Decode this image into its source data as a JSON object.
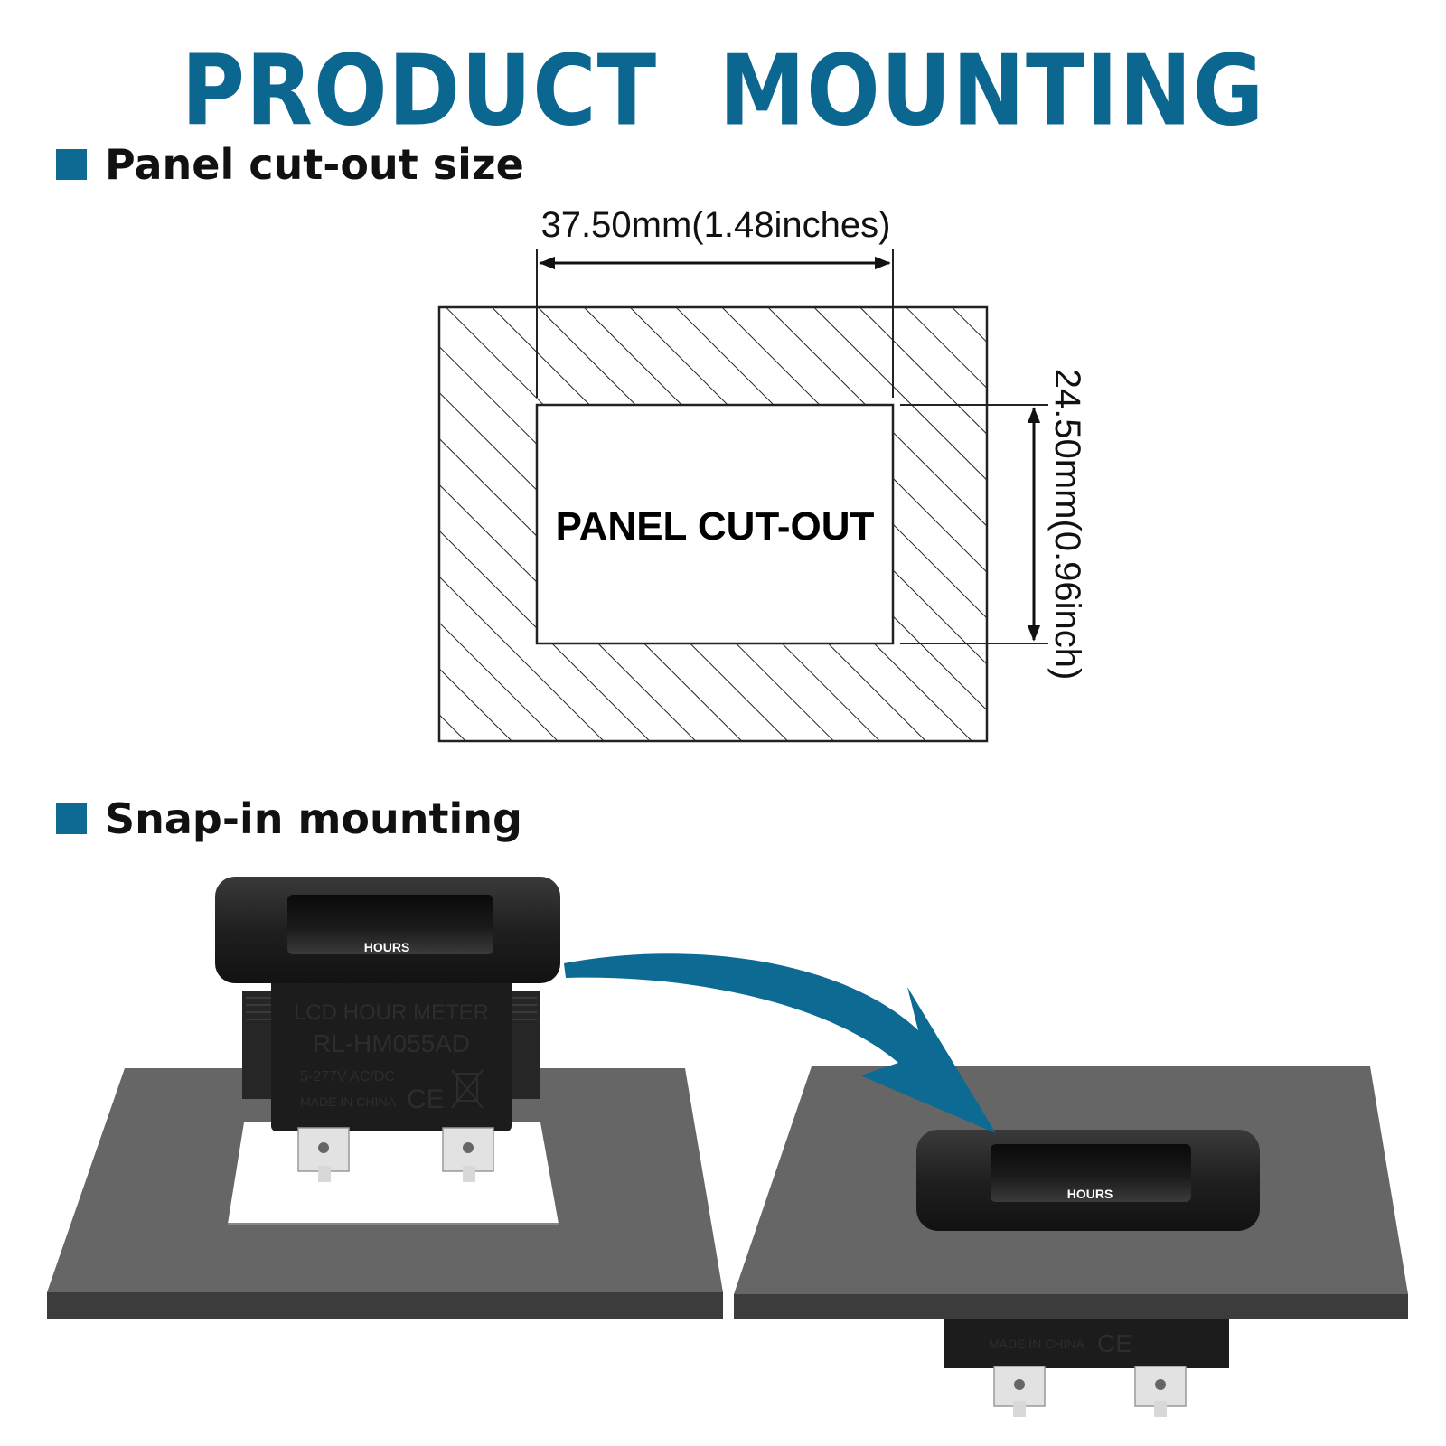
{
  "title": "PRODUCT MOUNTING",
  "sections": [
    {
      "label": "Panel cut-out size"
    },
    {
      "label": "Snap-in mounting"
    }
  ],
  "diagram": {
    "width_label": "37.50mm(1.48inches)",
    "height_label": "24.50mm(0.96inch)",
    "cutout_label": "PANEL CUT-OUT"
  },
  "meter": {
    "display_label": "HOURS",
    "product_name": "LCD HOUR METER",
    "model": "RL-HM055AD",
    "voltage": "5-277V  AC/DC",
    "origin": "MADE IN CHINA",
    "mark": "CE"
  },
  "colors": {
    "title_blue": "#0b6690",
    "bullet_blue": "#0d6a93",
    "arrow_blue": "#0d6a93",
    "panel_gray": "#666666",
    "device_black": "#1c1c1c"
  }
}
